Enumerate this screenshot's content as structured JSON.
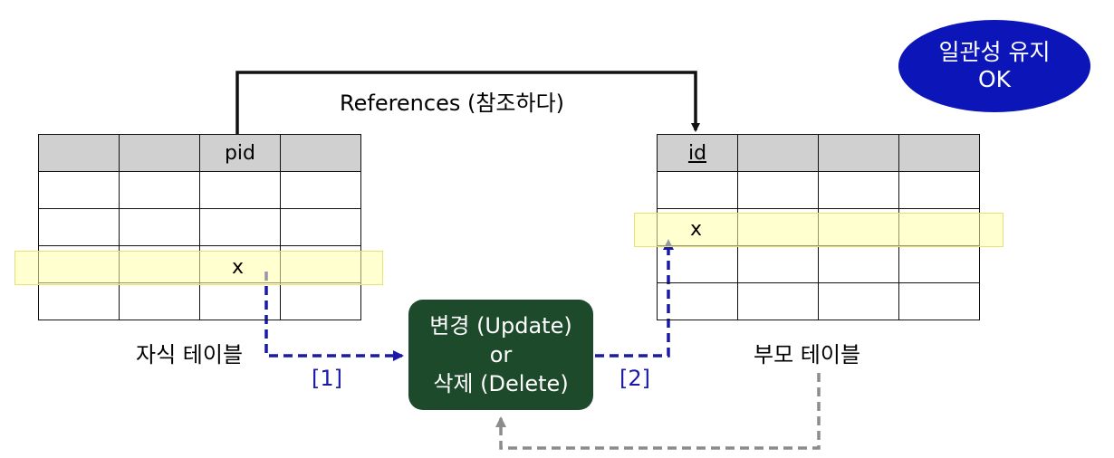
{
  "badge": {
    "line1": "일관성 유지",
    "line2": "OK"
  },
  "reference_label": "References (참조하다)",
  "child_table": {
    "label": "자식 테이블",
    "key_header": "pid",
    "row_value": "x"
  },
  "parent_table": {
    "label": "부모 테이블",
    "key_header": "id",
    "row_value": "x"
  },
  "action_box": {
    "line1": "변경 (Update)",
    "line2": "or",
    "line3": "삭제 (Delete)"
  },
  "steps": {
    "step1": "[1]",
    "step2": "[2]"
  },
  "colors": {
    "badge_fill": "#0b15b8",
    "action_fill": "#1e4a2c",
    "step_arrow": "#1a1aa8",
    "feedback_arrow": "#8c8c8c",
    "header_fill": "#d0d0d0",
    "highlight_fill": "#ffffaa"
  }
}
